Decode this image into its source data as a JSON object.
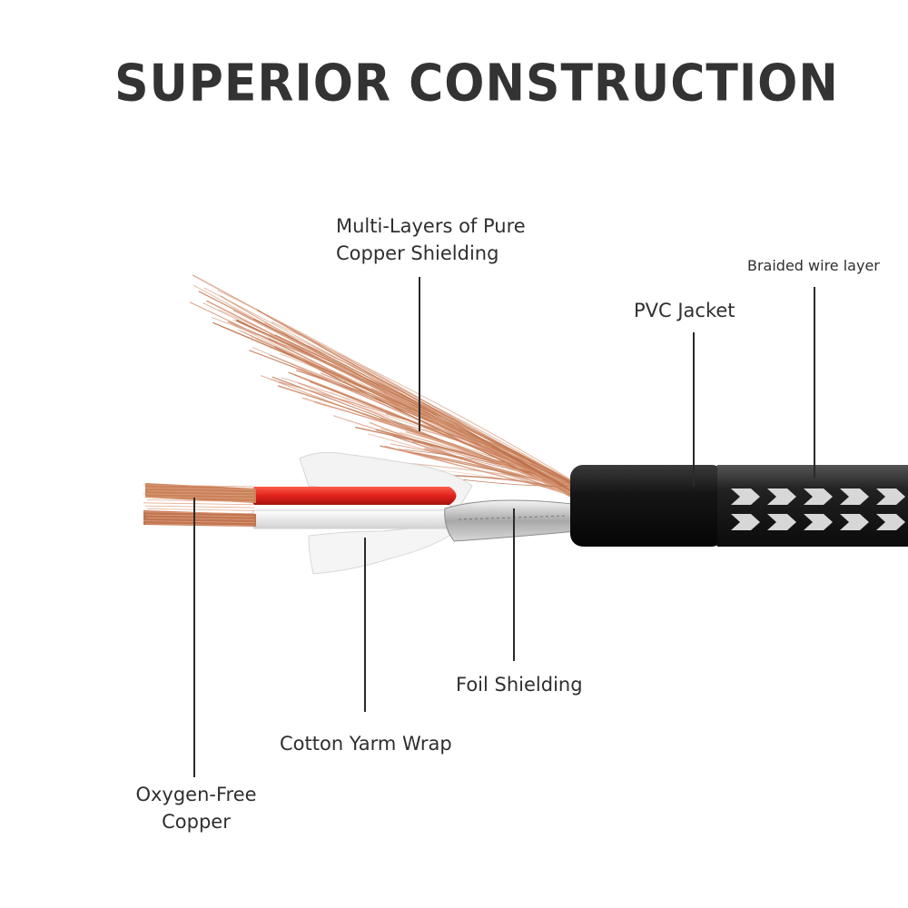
{
  "title": "SUPERIOR CONSTRUCTION",
  "labels": {
    "shielding": "Multi-Layers of Pure\nCopper Shielding",
    "braided": "Braided wire layer",
    "pvc": "PVC Jacket",
    "foil": "Foil Shielding",
    "cotton": "Cotton Yarm Wrap",
    "copper": "Oxygen-Free\nCopper"
  },
  "colors": {
    "copper": "#c9825a",
    "red_insulation": "#e0231c",
    "jacket": "#151515",
    "braid_light": "#e8e8e8"
  }
}
